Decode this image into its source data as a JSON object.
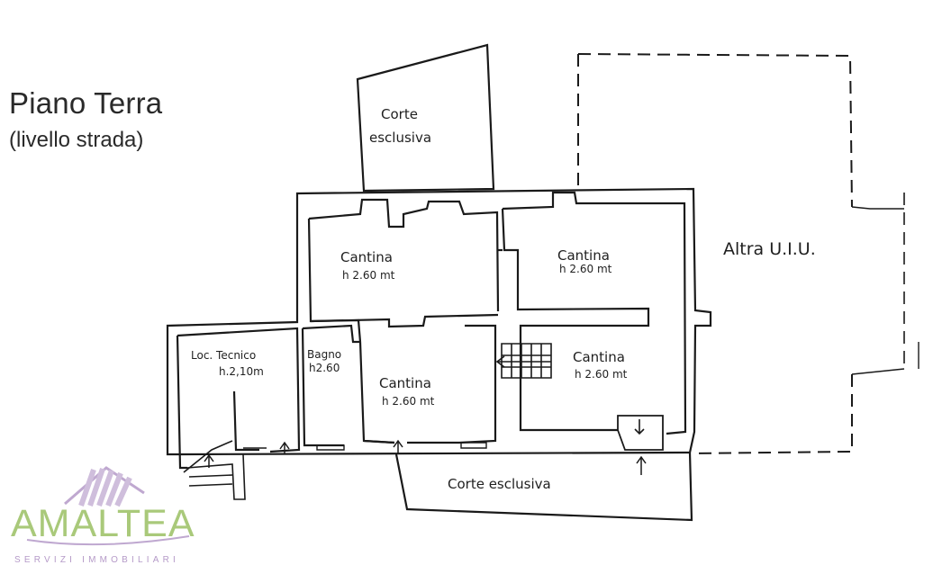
{
  "title": {
    "main": "Piano Terra",
    "sub": "(livello strada)"
  },
  "rooms": {
    "corte_top": {
      "line1": "Corte",
      "line2": "esclusiva"
    },
    "cantina_tl": {
      "name": "Cantina",
      "height": "h 2.60 mt"
    },
    "cantina_tr": {
      "name": "Cantina",
      "height": "h 2.60 mt"
    },
    "cantina_br": {
      "name": "Cantina",
      "height": "h 2.60 mt"
    },
    "cantina_bc": {
      "name": "Cantina",
      "height": "h 2.60 mt"
    },
    "loc_tecnico": {
      "name": "Loc. Tecnico",
      "height": "h.2,10m"
    },
    "bagno": {
      "name": "Bagno",
      "height": "h2.60"
    },
    "corte_bottom": {
      "name": "Corte esclusiva"
    },
    "altra_uiu": {
      "name": "Altra U.I.U."
    }
  },
  "logo": {
    "word": "AMALTEA",
    "tagline": "SERVIZI IMMOBILIARI"
  },
  "colors": {
    "ink": "#1a1a1a",
    "logo_green": "#a9c97a",
    "logo_purple": "#b59ac8"
  }
}
